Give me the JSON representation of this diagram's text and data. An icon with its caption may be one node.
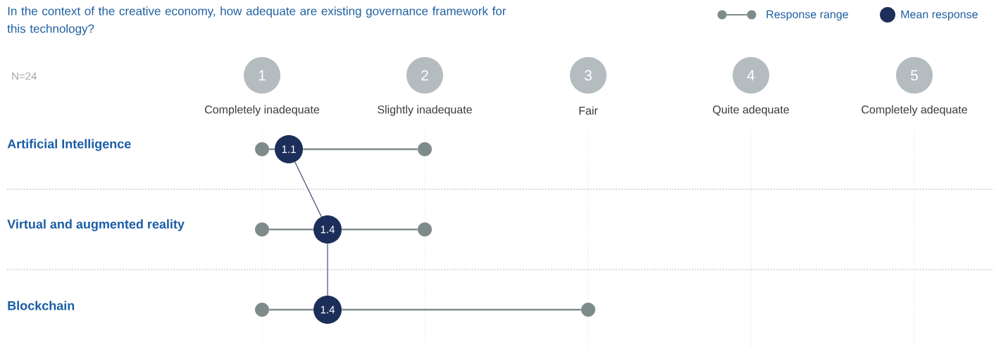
{
  "diagram": {
    "title": "In the context of the creative economy, how adequate are existing governance framework for this technology?",
    "nodes": [
      {
        "text": [
          "1"
        ],
        "beside": [
          "Completely inadequate"
        ]
      },
      {
        "text": [
          "2"
        ],
        "beside": [
          "Slightly inadequate"
        ]
      },
      {
        "text": [
          "3"
        ],
        "beside": [
          "Fair"
        ]
      },
      {
        "text": [
          "4"
        ],
        "beside": [
          "Quite adequate"
        ]
      },
      {
        "text": [
          "5"
        ],
        "beside": [
          "Completely adequate"
        ]
      },
      {
        "text": [],
        "shape": "circle"
      },
      {
        "text": [
          "1.1"
        ]
      },
      {
        "text": [],
        "shape": "circle"
      },
      {
        "text": [],
        "shape": "circle"
      },
      {
        "text": [
          "1.4"
        ]
      },
      {
        "text": [],
        "shape": "circle"
      },
      {
        "text": [],
        "shape": "circle"
      },
      {
        "text": [
          "1.4"
        ]
      },
      {
        "text": [],
        "shape": "circle"
      }
    ],
    "edges": [
      {
        "from": 5,
        "to": 6,
        "arrow": "none"
      },
      {
        "from": 6,
        "to": 7,
        "arrow": "none"
      },
      {
        "from": 8,
        "to": 9,
        "arrow": "none"
      },
      {
        "from": 9,
        "to": 10,
        "arrow": "none"
      },
      {
        "from": 11,
        "to": 12,
        "arrow": "none"
      },
      {
        "from": 12,
        "to": 13,
        "arrow": "none"
      },
      {
        "from": 6,
        "to": 9,
        "arrow": "none",
        "color": "#1c2f5a"
      },
      {
        "from": 9,
        "to": 12,
        "arrow": "none",
        "color": "#1c2f5a"
      }
    ],
    "labels": [
      "N=24",
      "Artificial Intelligence",
      "Virtual and augmented reality",
      "Blockchain"
    ],
    "legend": [
      {
        "text": "Response range"
      },
      {
        "text": "Mean response",
        "color": "#1c2f5a"
      }
    ]
  }
}
